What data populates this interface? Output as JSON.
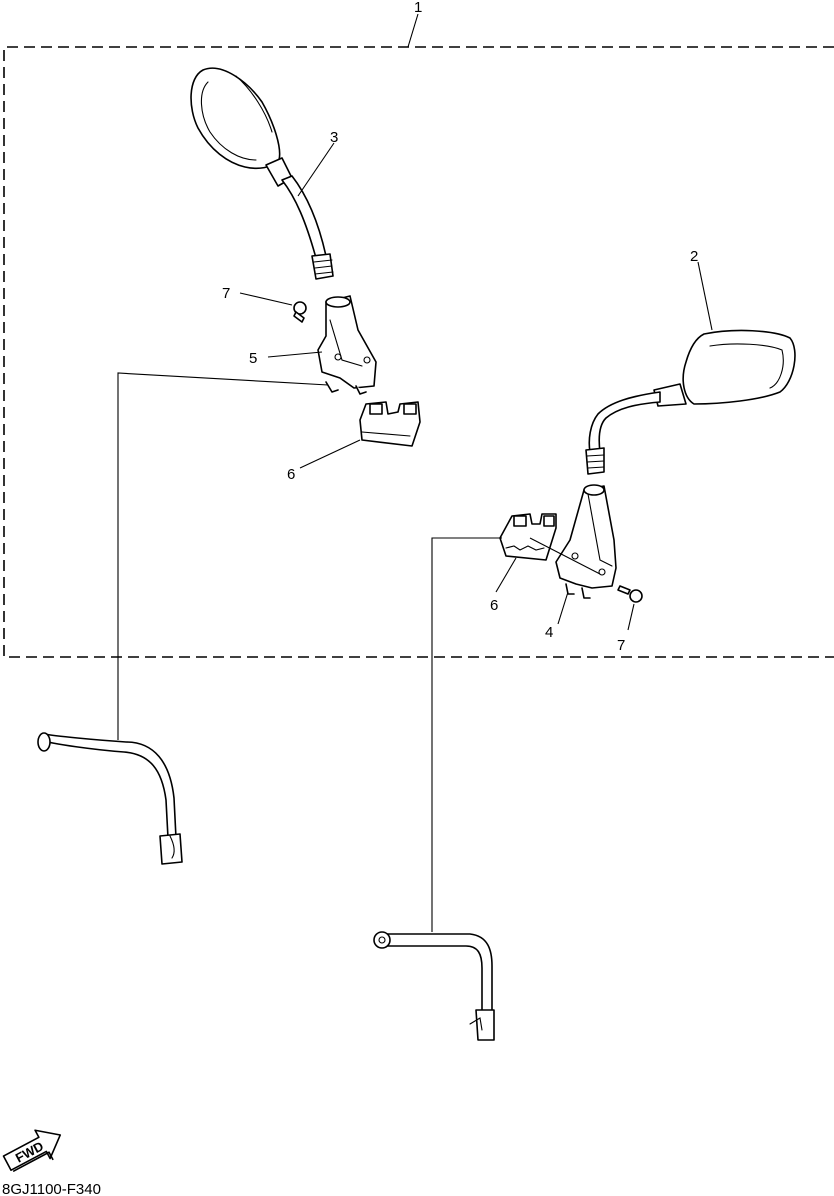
{
  "diagram": {
    "callouts": {
      "assembly": "1",
      "mirror_right": "2",
      "mirror_left": "3",
      "stay_right": "4",
      "stay_left": "5",
      "bracket_left": "6",
      "bracket_right": "6",
      "bolt_left": "7",
      "bolt_right": "7"
    },
    "fwd_label": "FWD",
    "drawing_code": "8GJ1100-F340"
  },
  "colors": {
    "line": "#000000",
    "background": "#ffffff"
  }
}
